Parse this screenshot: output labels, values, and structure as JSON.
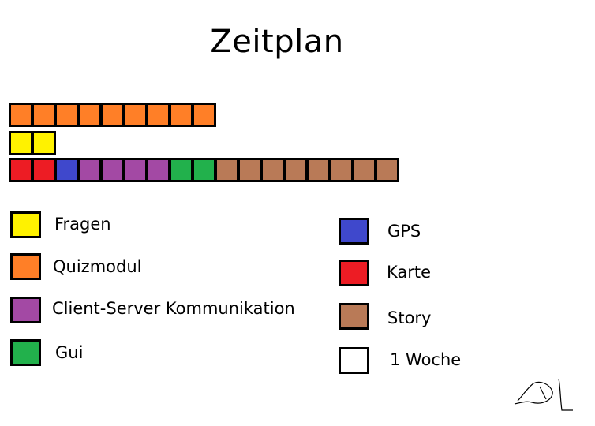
{
  "title": "Zeitplan",
  "colors": {
    "fragen": "#FFF200",
    "quizmodul": "#FF7F27",
    "client_server": "#A349A4",
    "gui": "#22B14C",
    "gps": "#3F48CC",
    "karte": "#ED1C24",
    "story": "#B97A57",
    "woche": "#FFFFFF"
  },
  "rows": [
    {
      "name": "quizmodul-row",
      "cells": [
        "quizmodul",
        "quizmodul",
        "quizmodul",
        "quizmodul",
        "quizmodul",
        "quizmodul",
        "quizmodul",
        "quizmodul",
        "quizmodul"
      ]
    },
    {
      "name": "fragen-row",
      "cells": [
        "fragen",
        "fragen"
      ]
    },
    {
      "name": "main-row",
      "cells": [
        "karte",
        "karte",
        "gps",
        "client_server",
        "client_server",
        "client_server",
        "client_server",
        "gui",
        "gui",
        "story",
        "story",
        "story",
        "story",
        "story",
        "story",
        "story",
        "story"
      ]
    }
  ],
  "legend": {
    "fragen": "Fragen",
    "quizmodul": "Quizmodul",
    "client_server": "Client-Server Kommunikation",
    "gui": "Gui",
    "gps": "GPS",
    "karte": "Karte",
    "story": "Story",
    "woche": "1 Woche"
  }
}
